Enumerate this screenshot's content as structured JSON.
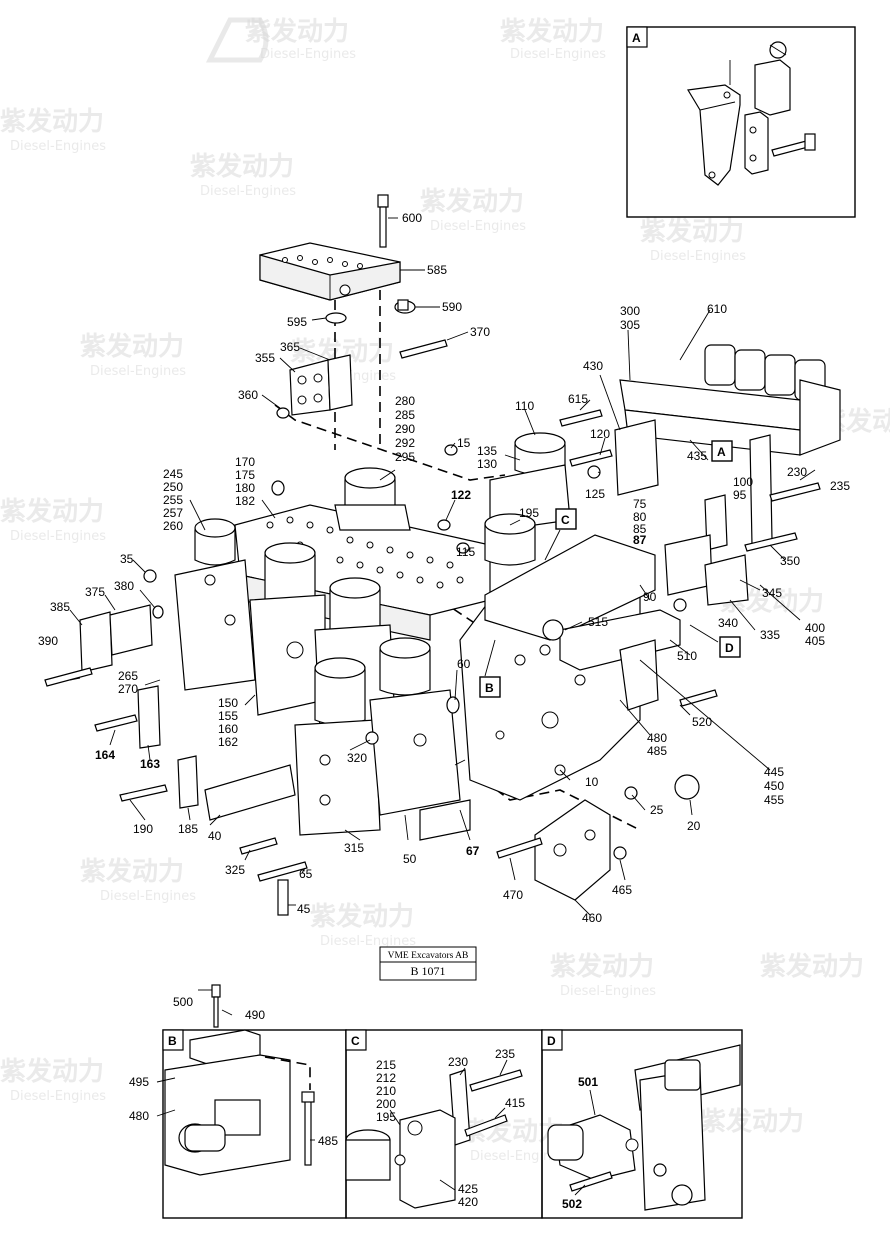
{
  "title_block": {
    "company": "VME Excavators AB",
    "drawing_no": "B 1071"
  },
  "watermark": {
    "brand": "紫发动力",
    "sub": "Diesel-Engines"
  },
  "detail_boxes": {
    "A": "A",
    "B": "B",
    "C": "C",
    "D": "D"
  },
  "callout_boxes": {
    "A": "A",
    "B": "B",
    "C": "C",
    "D": "D"
  },
  "main_labels": {
    "l600": "600",
    "l585": "585",
    "l590": "590",
    "l595": "595",
    "l370": "370",
    "l365": "365",
    "l355": "355",
    "l360": "360",
    "g280": [
      "280",
      "285",
      "290",
      "292",
      "295"
    ],
    "l15": "15",
    "l110": "110",
    "g135": [
      "135",
      "130"
    ],
    "l122": "122",
    "l115": "115",
    "l195": "195",
    "l120": "120",
    "l125": "125",
    "l615": "615",
    "l430": "430",
    "g300": [
      "300",
      "305"
    ],
    "l610": "610",
    "l435": "435",
    "g75": [
      "75",
      "80",
      "85"
    ],
    "l87": "87",
    "g100": [
      "100",
      "95"
    ],
    "l230": "230",
    "l235": "235",
    "l350": "350",
    "l345": "345",
    "l335": "335",
    "l340": "340",
    "g400": [
      "400",
      "405"
    ],
    "g170": [
      "170",
      "175",
      "180",
      "182"
    ],
    "g245": [
      "245",
      "250",
      "255",
      "257",
      "260"
    ],
    "l35": "35",
    "l375": "375",
    "l380": "380",
    "l385": "385",
    "l390": "390",
    "g265": [
      "265",
      "270"
    ],
    "g150": [
      "150",
      "155",
      "160",
      "162"
    ],
    "l164": "164",
    "l163": "163",
    "l190": "190",
    "l185": "185",
    "l40": "40",
    "l325": "325",
    "l65": "65",
    "l45": "45",
    "l315": "315",
    "l50": "50",
    "l67": "67",
    "l320": "320",
    "l60": "60",
    "l90": "90",
    "l515": "515",
    "l510": "510",
    "l520": "520",
    "g480": [
      "480",
      "485"
    ],
    "g445": [
      "445",
      "450",
      "455"
    ],
    "l10": "10",
    "l25": "25",
    "l20": "20",
    "l470": "470",
    "l460": "460",
    "l465": "465"
  },
  "detail_B_labels": {
    "l500": "500",
    "l490": "490",
    "l495": "495",
    "l480": "480",
    "l485": "485"
  },
  "detail_C_labels": {
    "g215": [
      "215",
      "212",
      "210",
      "200",
      "195"
    ],
    "l230": "230",
    "l235": "235",
    "l415": "415",
    "g425": [
      "425",
      "420"
    ]
  },
  "detail_D_labels": {
    "l501": "501",
    "l502": "502"
  },
  "colors": {
    "line": "#000000",
    "paper": "#ffffff",
    "watermark": "#d9d9d9"
  },
  "icons": [
    "watermark-logo-icon"
  ]
}
